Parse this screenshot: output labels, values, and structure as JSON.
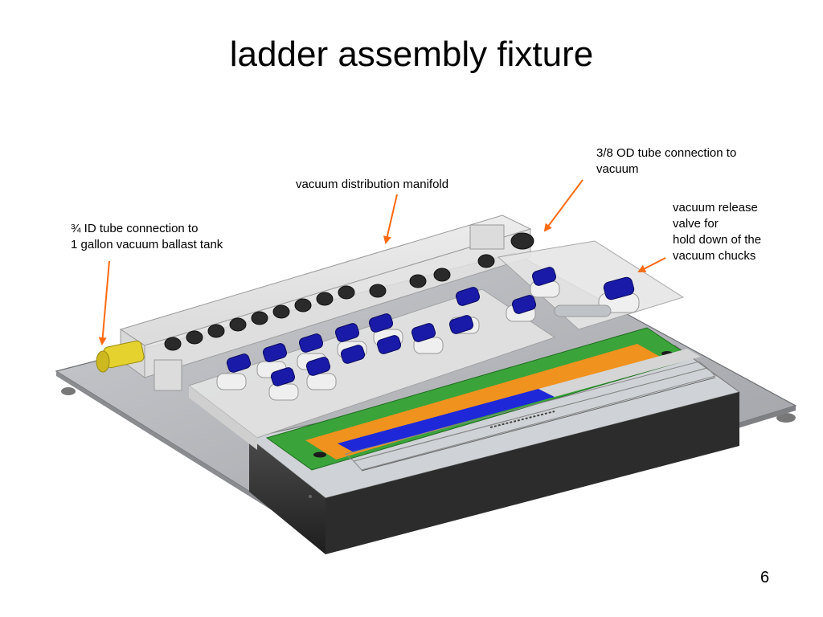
{
  "slide": {
    "title": "ladder assembly fixture",
    "page_number": "6"
  },
  "callouts": {
    "ballast_tank": "¾ ID tube connection to\n1 gallon vacuum ballast tank",
    "manifold": "vacuum distribution manifold",
    "od_tube": "3/8 OD tube connection to\nvacuum",
    "release_valve": "vacuum release\nvalve for\nhold down of the\nvacuum chucks"
  },
  "colors": {
    "arrow": "#ff6a13",
    "valve_handle": "#1a1aa8",
    "pcb_green": "#3aa33a",
    "kapton_orange": "#f0921e",
    "sensor_blue": "#1e28d8",
    "base_plate": "#b4b6ba",
    "fitting_yellow": "#e5d22e"
  }
}
